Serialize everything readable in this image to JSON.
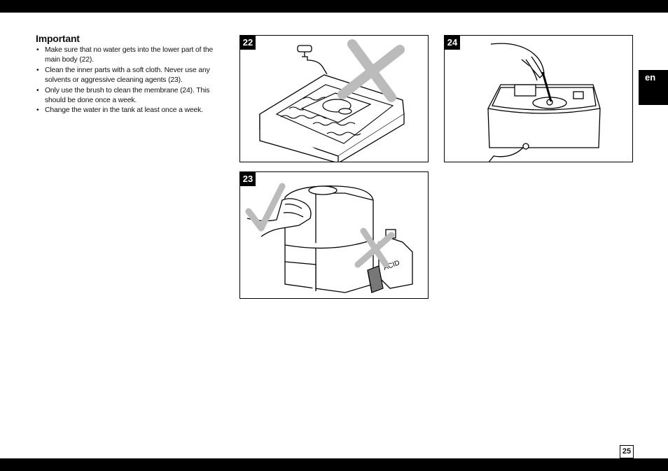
{
  "header": {},
  "instructions": {
    "heading": "Important",
    "items": [
      "Make sure that no water gets into the lower part of the main body (22).",
      "Clean the inner parts with a soft cloth. Never use any solvents or aggressive cleaning agents (23).",
      "Only use the brush to clean the membrane (24). This should be done once a week.",
      "Change the water in the tank at least once a week."
    ]
  },
  "figures": [
    {
      "number": "22"
    },
    {
      "number": "24"
    },
    {
      "number": "23",
      "bottle_label": "ACID"
    }
  ],
  "language_tab": "en",
  "page_number": "25",
  "colors": {
    "bars": "#000000",
    "cross": "#bbbbbb",
    "check": "#bbbbbb"
  },
  "icons": {
    "figure_22": "sink-wash-crossed-icon",
    "figure_24": "brush-membrane-icon",
    "figure_23": "cloth-wipe-check-icon"
  }
}
